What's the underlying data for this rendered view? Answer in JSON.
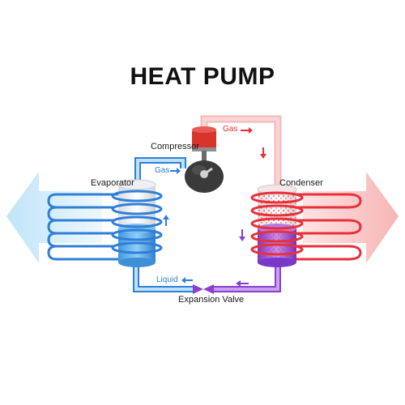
{
  "title": "HEAT PUMP",
  "labels": {
    "compressor": "Compressor",
    "evaporator": "Evaporator",
    "condenser": "Condenser",
    "expansion_valve": "Expansion Valve",
    "gas_top": "Gas",
    "gas_left": "Gas",
    "liquid": "Liquid"
  },
  "colors": {
    "hot": "#e8303a",
    "hot_pipe": "#f6b8b8",
    "cold": "#2f7fd8",
    "cold_pipe": "#bfe2f7",
    "liquid": "#8a3fcf",
    "compressor": "#d8342c",
    "compressor_body": "#3a3a3a"
  },
  "icons": [
    "arrow-icon",
    "heat-out-arrow-icon",
    "cold-out-arrow-icon"
  ]
}
